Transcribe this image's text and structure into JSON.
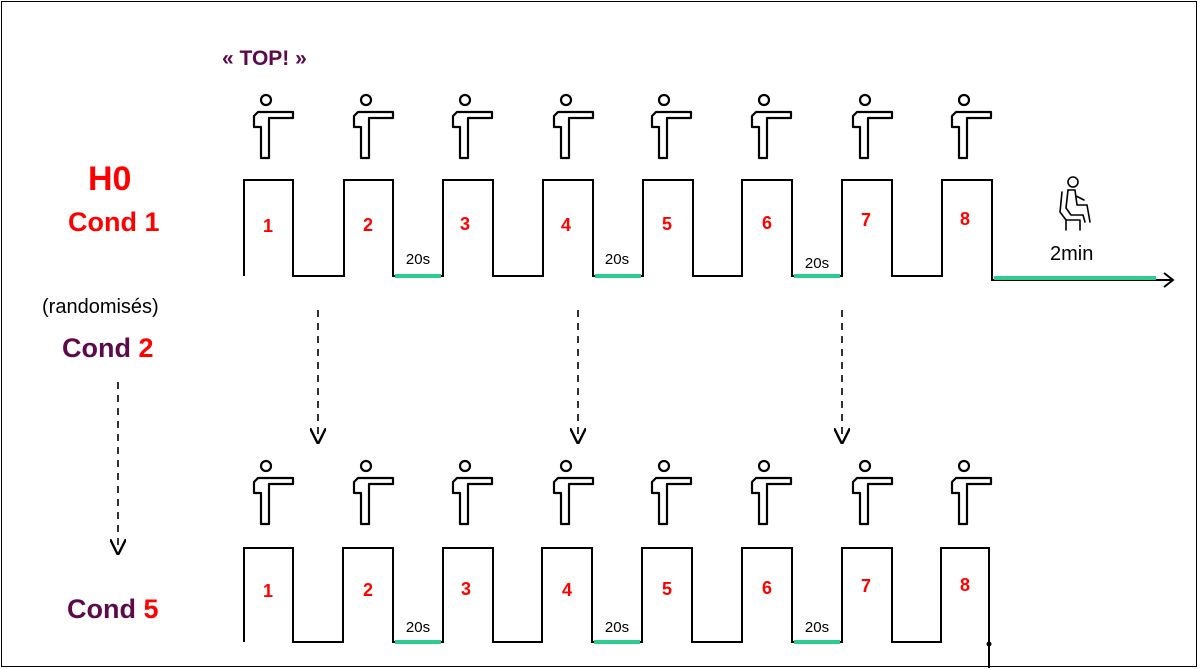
{
  "title_top": "« TOP! »",
  "h0": "H0",
  "cond1": {
    "word": "Cond",
    "num": "1"
  },
  "randomised_note": "(randomisés)",
  "cond2": {
    "word": "Cond",
    "num": "2"
  },
  "cond5": {
    "word": "Cond",
    "num": "5"
  },
  "trial_numbers": [
    "1",
    "2",
    "3",
    "4",
    "5",
    "6",
    "7",
    "8"
  ],
  "rest_label": "20s",
  "final_rest": "2min",
  "icons": {
    "standing": "standing-person-pointing-icon",
    "seated": "seated-person-icon"
  },
  "colors": {
    "accent_red": "#ff0000",
    "purple": "#5c0a4a",
    "rest_bar": "#2ecc8f",
    "line": "#000000"
  }
}
